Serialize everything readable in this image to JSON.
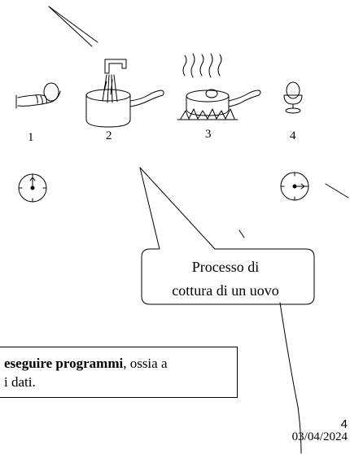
{
  "steps": [
    {
      "number": "1",
      "icon": "hand-holding-egg-icon"
    },
    {
      "number": "2",
      "icon": "pot-under-faucet-icon"
    },
    {
      "number": "3",
      "icon": "pot-on-flame-icon"
    },
    {
      "number": "4",
      "icon": "egg-in-cup-icon"
    }
  ],
  "clocks": [
    "clock-icon",
    "clock-icon"
  ],
  "callout": {
    "line1": "Processo di",
    "line2": "cottura di un uovo"
  },
  "definition": {
    "line1_bold": "eseguire programmi",
    "line1_rest": ", ossia a",
    "line2": "i dati."
  },
  "footer": {
    "slide_number": "4",
    "date": "03/04/2024"
  }
}
